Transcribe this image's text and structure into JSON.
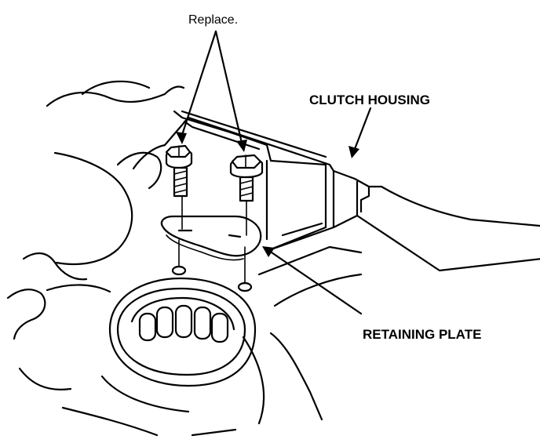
{
  "labels": {
    "replace": "Replace.",
    "clutch_housing": "CLUTCH HOUSING",
    "retaining_plate": "RETAINING PLATE"
  },
  "colors": {
    "line": "#000000",
    "background": "#ffffff"
  }
}
